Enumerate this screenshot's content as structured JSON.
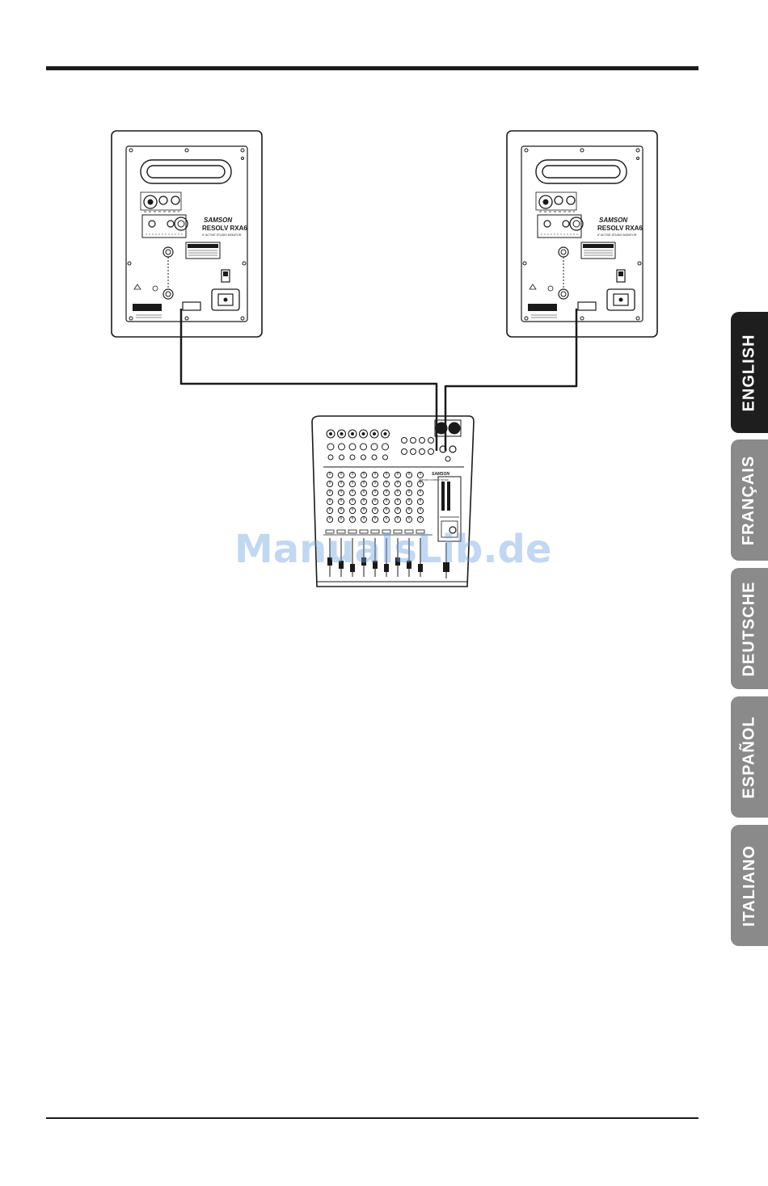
{
  "diagram": {
    "speaker_brand": "SAMSON",
    "speaker_model": "RESOLV RXA6",
    "speaker_tagline": "6\" ACTIVE STUDIO MONITOR",
    "mixer_brand": "SAMSON",
    "mixer_model": "MDR1064 COMPACT MIXER"
  },
  "language_tabs": [
    {
      "label": "ENGLISH",
      "active": true
    },
    {
      "label": "FRANÇAIS",
      "active": false
    },
    {
      "label": "DEUTSCHE",
      "active": false
    },
    {
      "label": "ESPAÑOL",
      "active": false
    },
    {
      "label": "ITALIANO",
      "active": false
    }
  ],
  "watermark": "ManualsLib.de",
  "colors": {
    "active_tab": "#1e1e1e",
    "inactive_tab": "#8a8a8a",
    "line": "#1a1a1a"
  }
}
